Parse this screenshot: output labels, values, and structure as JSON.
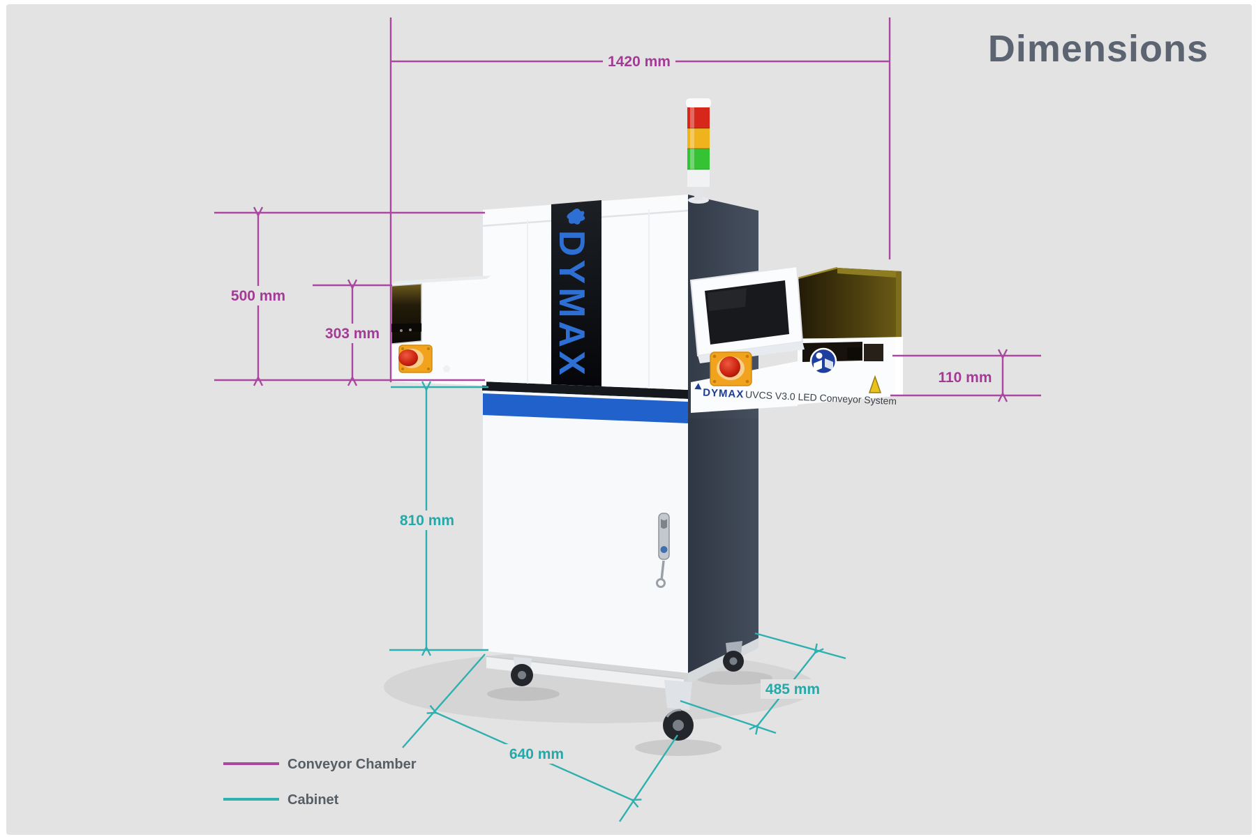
{
  "page": {
    "title": "Dimensions"
  },
  "dimensions": {
    "conveyor_chamber": {
      "overall_width": "1420 mm",
      "chamber_height": "500 mm",
      "inlet_height": "303 mm",
      "outlet_height": "110 mm"
    },
    "cabinet": {
      "height": "810 mm",
      "width": "640 mm",
      "depth": "485 mm"
    }
  },
  "legend": {
    "conveyor_chamber": "Conveyor Chamber",
    "cabinet": "Cabinet"
  },
  "machine": {
    "brand": "DYMAX",
    "vertical_logo": "DYMAX",
    "model": "UVCS V3.0 LED Conveyor System"
  },
  "colors": {
    "conveyor_chamber_lines": "#ab47a0",
    "cabinet_lines": "#2fb0b0",
    "cabinet_stripe_blue": "#2161cc",
    "dymax_blue": "#2e6fd4",
    "signal_red": "#d7271b",
    "signal_amber": "#efb31e",
    "signal_green": "#35c335"
  }
}
